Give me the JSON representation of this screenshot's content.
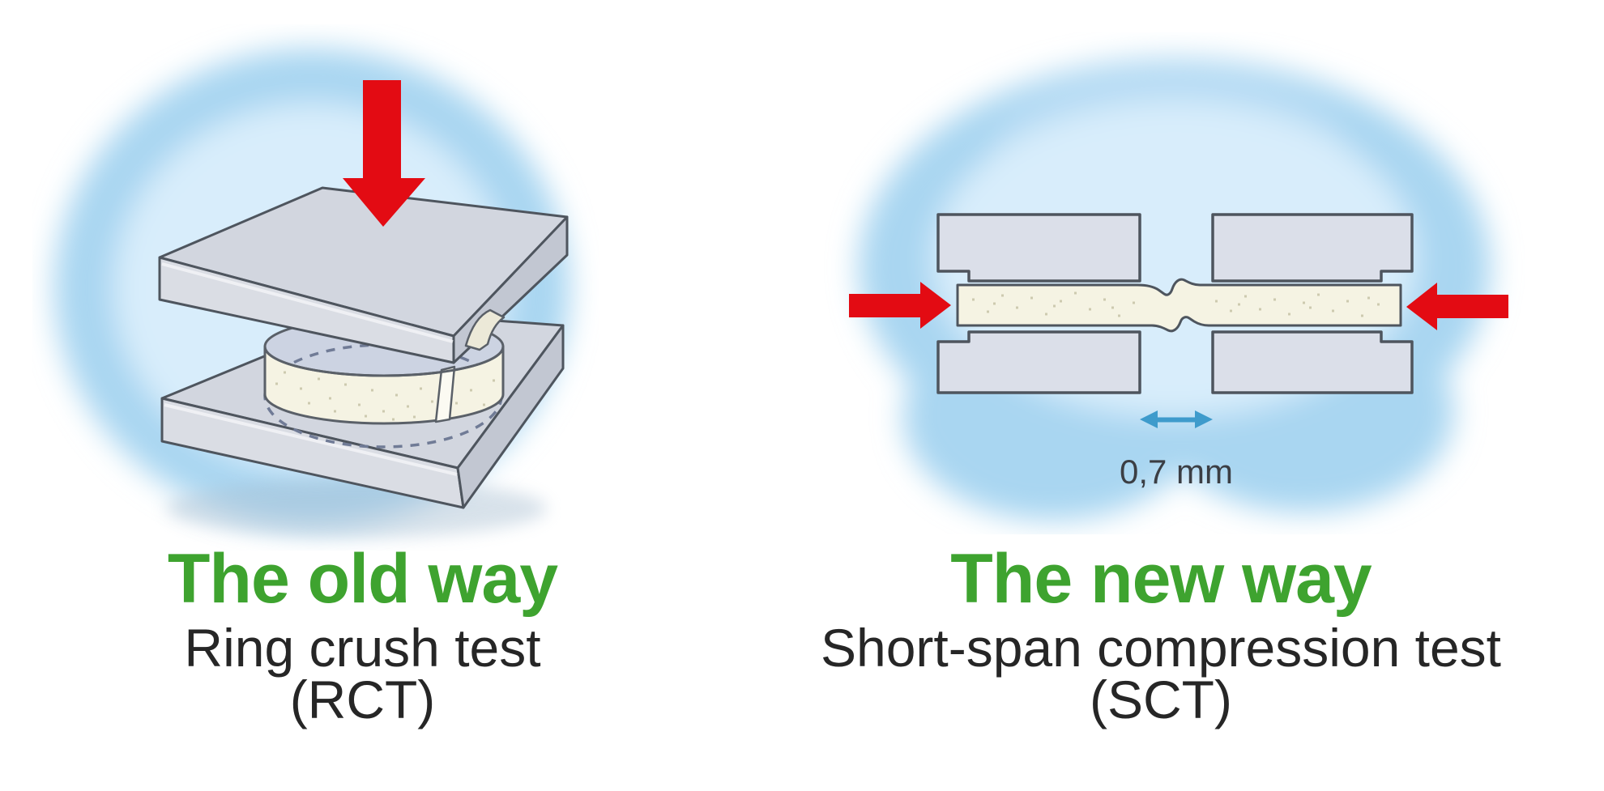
{
  "figure": {
    "panels": {
      "old": {
        "heading": "The old way",
        "subtitle": "Ring crush test",
        "abbreviation": "(RCT)"
      },
      "new": {
        "heading": "The new way",
        "subtitle": "Short-span compression test",
        "abbreviation": "(SCT)",
        "gap_label": "0,7 mm"
      }
    },
    "colors": {
      "heading_green": "#3ea32f",
      "text_dark": "#262626",
      "force_arrow_red": "#e30b13",
      "measure_arrow_blue": "#3e9bcc",
      "cloud_blue": "#bfe0f5",
      "block_lavender": "#dbdfe9",
      "paper_cream": "#f5f3e3",
      "outline_gray": "#4e555e"
    },
    "icons": {
      "down_force_arrow": "solid red arrow pointing down onto top platen",
      "left_force_arrow": "solid red arrow pointing right into paper strip",
      "right_force_arrow": "solid red arrow pointing left into paper strip",
      "span_measure_arrow": "blue double-headed horizontal arrow marking test span"
    }
  }
}
